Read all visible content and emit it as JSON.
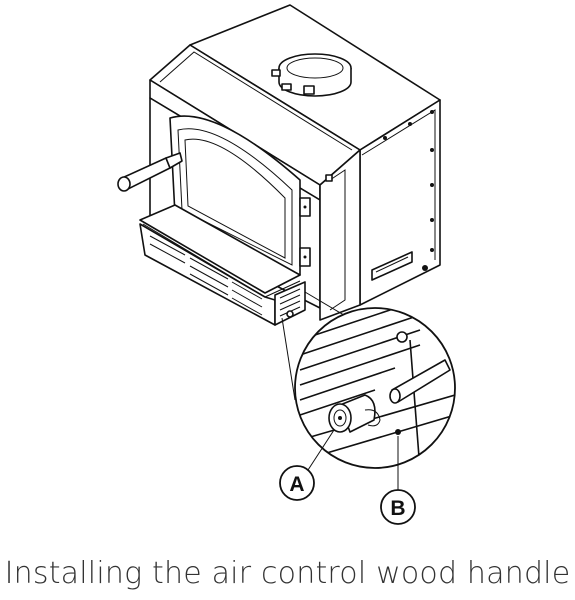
{
  "figure": {
    "callouts": [
      {
        "id": "A",
        "label": "A"
      },
      {
        "id": "B",
        "label": "B"
      }
    ]
  },
  "caption": "Installing the air control wood handle"
}
